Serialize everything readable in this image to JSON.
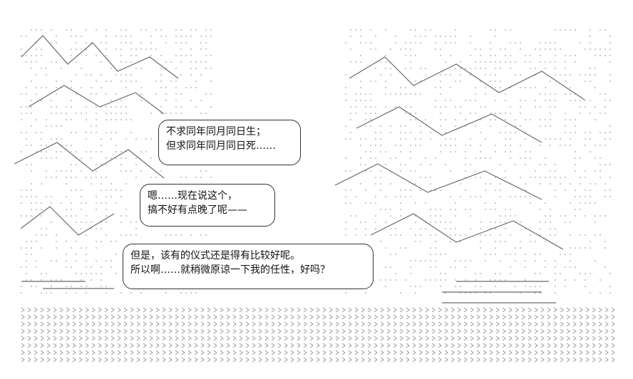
{
  "colors": {
    "background": "#ffffff",
    "ascii_art": "#7a7a7a",
    "text": "#111111",
    "bubble_border": "#333333"
  },
  "bubbles": [
    {
      "lines": [
        "不求同年同月同日生；",
        "但求同年同月同日死……"
      ]
    },
    {
      "lines": [
        "嗯……现在说这个，",
        "搞不好有点晚了呢——"
      ]
    },
    {
      "lines": [
        "但是，该有的仪式还是得有比较好呢。",
        "所以啊……就稍微原谅一下我的任性，好吗？"
      ]
    }
  ]
}
